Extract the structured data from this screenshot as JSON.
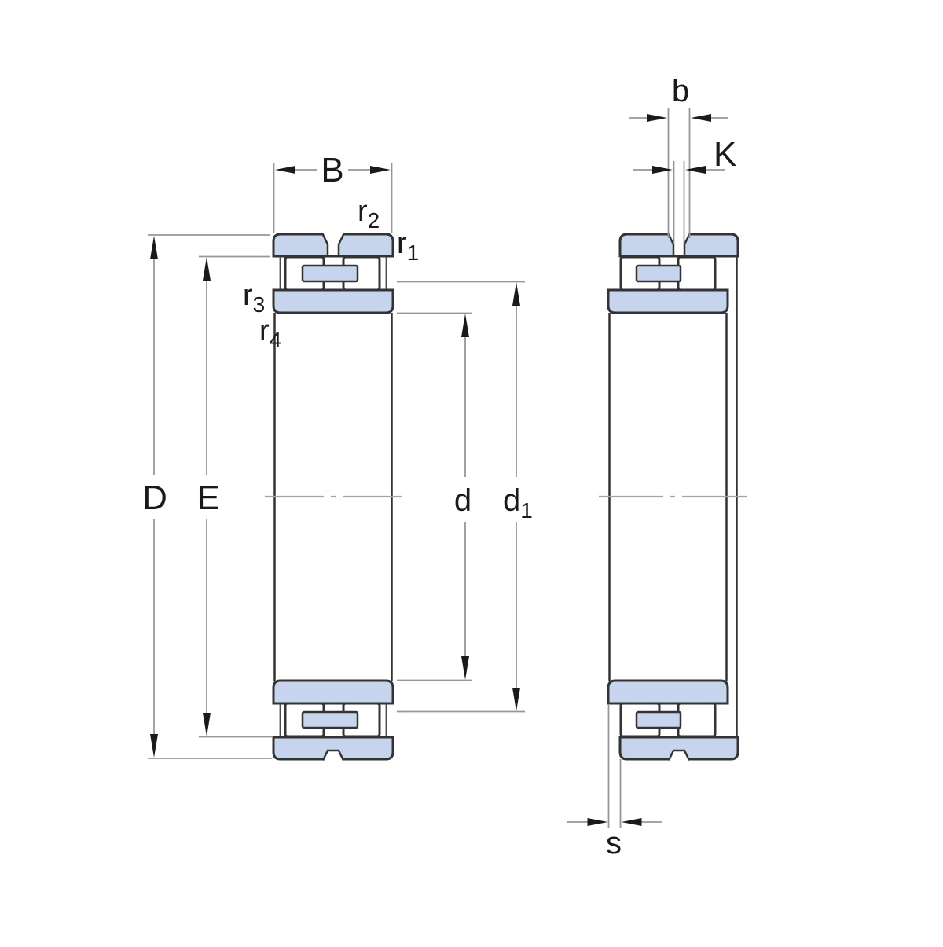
{
  "colors": {
    "background": "#ffffff",
    "part_fill": "#c6d4ee",
    "part_outline": "#333333",
    "dim_line": "#979797",
    "arrow_fill": "#1a1a1a",
    "label_text": "#1a1a1a",
    "centerline": "#a3a3a3"
  },
  "left_figure": {
    "dims": {
      "B": "B",
      "D": "D",
      "E": "E",
      "d": "d",
      "d1": {
        "base": "d",
        "sub": "1"
      },
      "r1": {
        "base": "r",
        "sub": "1"
      },
      "r2": {
        "base": "r",
        "sub": "2"
      },
      "r3": {
        "base": "r",
        "sub": "3"
      },
      "r4": {
        "base": "r",
        "sub": "4"
      }
    }
  },
  "right_figure": {
    "dims": {
      "b": "b",
      "K": "K",
      "s": "s"
    }
  }
}
